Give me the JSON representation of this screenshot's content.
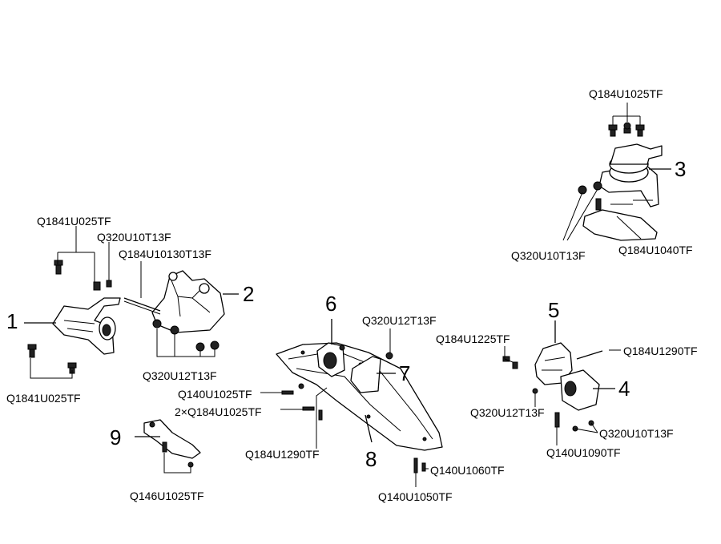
{
  "part_numbers": {
    "p1": "1",
    "p2": "2",
    "p3": "3",
    "p4": "4",
    "p5": "5",
    "p6": "6",
    "p7": "7",
    "p8": "8",
    "p9": "9"
  },
  "fastener_labels": {
    "q1841u025tf_top": "Q1841U025TF",
    "q320u10t13f_left": "Q320U10T13F",
    "q184u10130t13f": "Q184U10130T13F",
    "q1841u025tf_bottom": "Q1841U025TF",
    "q320u12t13f_mount2": "Q320U12T13F",
    "q184u1025tf_top_right": "Q184U1025TF",
    "q320u10t13f_mount3": "Q320U10T13F",
    "q184u1040tf": "Q184U1040TF",
    "q320u12t13f_center": "Q320U12T13F",
    "q140u1025tf": "Q140U1025TF",
    "2x_q184u1025tf": "2×Q184U1025TF",
    "q184u1290tf_center": "Q184U1290TF",
    "q140u1060tf": "Q140U1060TF",
    "q140u1050tf": "Q140U1050TF",
    "q184u1225tf": "Q184U1225TF",
    "q184u1290tf_right": "Q184U1290TF",
    "q320u12t13f_right": "Q320U12T13F",
    "q320u10t13f_right": "Q320U10T13F",
    "q140u1090tf": "Q140U1090TF",
    "q146u1025tf": "Q146U1025TF"
  }
}
